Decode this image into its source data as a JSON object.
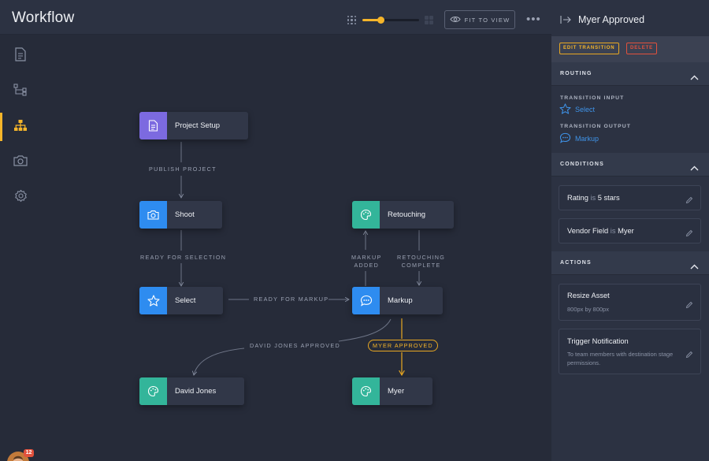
{
  "app": {
    "title": "Workflow"
  },
  "toolbar": {
    "zoom_level": 0.32,
    "fit_label": "FIT TO VIEW",
    "more_label": "•••"
  },
  "sidebar": {
    "items": [
      {
        "icon": "document-icon",
        "active": false
      },
      {
        "icon": "tree-icon",
        "active": false
      },
      {
        "icon": "hierarchy-icon",
        "active": true
      },
      {
        "icon": "camera-icon",
        "active": false
      },
      {
        "icon": "gear-icon",
        "active": false
      }
    ],
    "notifications": "12"
  },
  "canvas": {
    "nodes": {
      "project_setup": "Project Setup",
      "shoot": "Shoot",
      "select": "Select",
      "markup": "Markup",
      "retouching": "Retouching",
      "david_jones": "David Jones",
      "myer": "Myer"
    },
    "edges": {
      "publish_project": "PUBLISH PROJECT",
      "ready_for_selection": "READY FOR SELECTION",
      "ready_for_markup": "READY FOR MARKUP",
      "markup_added": "MARKUP\nADDED",
      "retouching_complete": "RETOUCHING\nCOMPLETE",
      "david_jones_approved": "DAVID JONES APPROVED",
      "myer_approved": "MYER APPROVED"
    },
    "colors": {
      "purple": "#7c6ae0",
      "blue": "#2e8cf0",
      "teal": "#33b59a",
      "accent": "#f5b52a"
    }
  },
  "panel": {
    "title": "Myer Approved",
    "edit_transition": "EDIT TRANSITION",
    "delete": "DELETE",
    "routing": {
      "heading": "ROUTING",
      "input_label": "TRANSITION INPUT",
      "input_value": "Select",
      "output_label": "TRANSITION OUTPUT",
      "output_value": "Markup"
    },
    "conditions": {
      "heading": "CONDITIONS",
      "items": [
        {
          "field": "Rating",
          "op": "is",
          "value": "5 stars"
        },
        {
          "field": "Vendor Field",
          "op": "is",
          "value": "Myer"
        }
      ]
    },
    "actions": {
      "heading": "ACTIONS",
      "items": [
        {
          "title": "Resize Asset",
          "subtitle": "800px by 800px"
        },
        {
          "title": "Trigger Notification",
          "subtitle": "To team members with destination stage permissions."
        }
      ]
    }
  }
}
